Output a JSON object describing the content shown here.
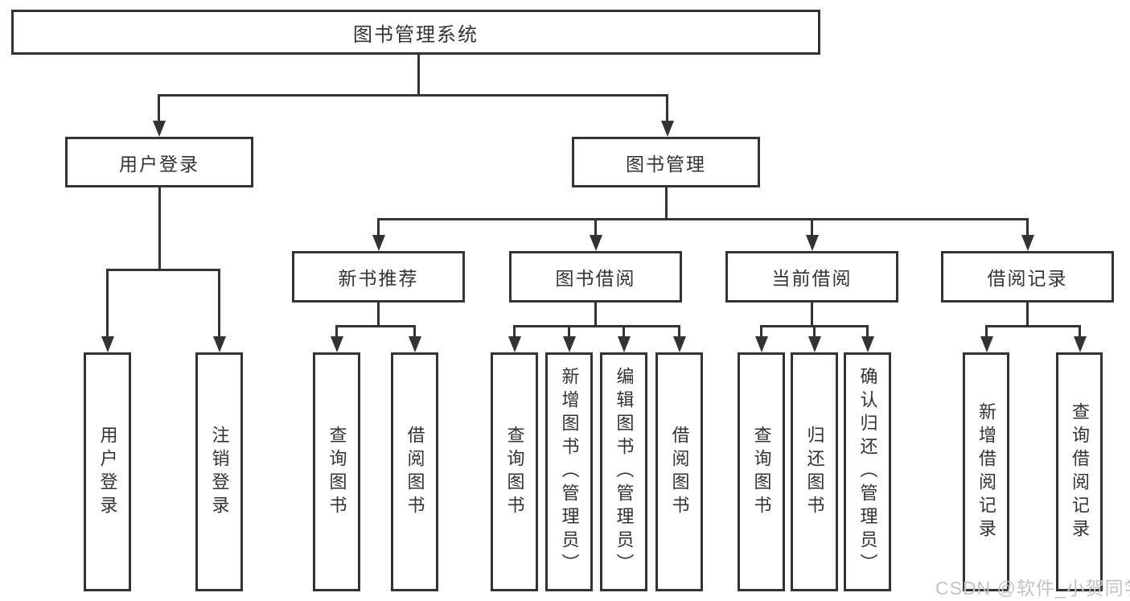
{
  "diagram": {
    "title": "图书管理系统",
    "tree": {
      "root": {
        "label": "图书管理系统",
        "children": [
          {
            "label": "用户登录",
            "children": [
              {
                "label": "用户登录"
              },
              {
                "label": "注销登录"
              }
            ]
          },
          {
            "label": "图书管理",
            "children": [
              {
                "label": "新书推荐",
                "children": [
                  {
                    "label": "查询图书"
                  },
                  {
                    "label": "借阅图书"
                  }
                ]
              },
              {
                "label": "图书借阅",
                "children": [
                  {
                    "label": "查询图书"
                  },
                  {
                    "label": "新增图书（管理员）"
                  },
                  {
                    "label": "编辑图书（管理员）"
                  },
                  {
                    "label": "借阅图书"
                  }
                ]
              },
              {
                "label": "当前借阅",
                "children": [
                  {
                    "label": "查询图书"
                  },
                  {
                    "label": "归还图书"
                  },
                  {
                    "label": "确认归还（管理员）"
                  }
                ]
              },
              {
                "label": "借阅记录",
                "children": [
                  {
                    "label": "新增借阅记录"
                  },
                  {
                    "label": "查询借阅记录"
                  }
                ]
              }
            ]
          }
        ]
      }
    },
    "colors": {
      "line": "#333333",
      "text": "#333333",
      "background": "#ffffff",
      "watermark": "#c3c3c3"
    },
    "watermark": "CSDN @软件_小贺同学"
  }
}
